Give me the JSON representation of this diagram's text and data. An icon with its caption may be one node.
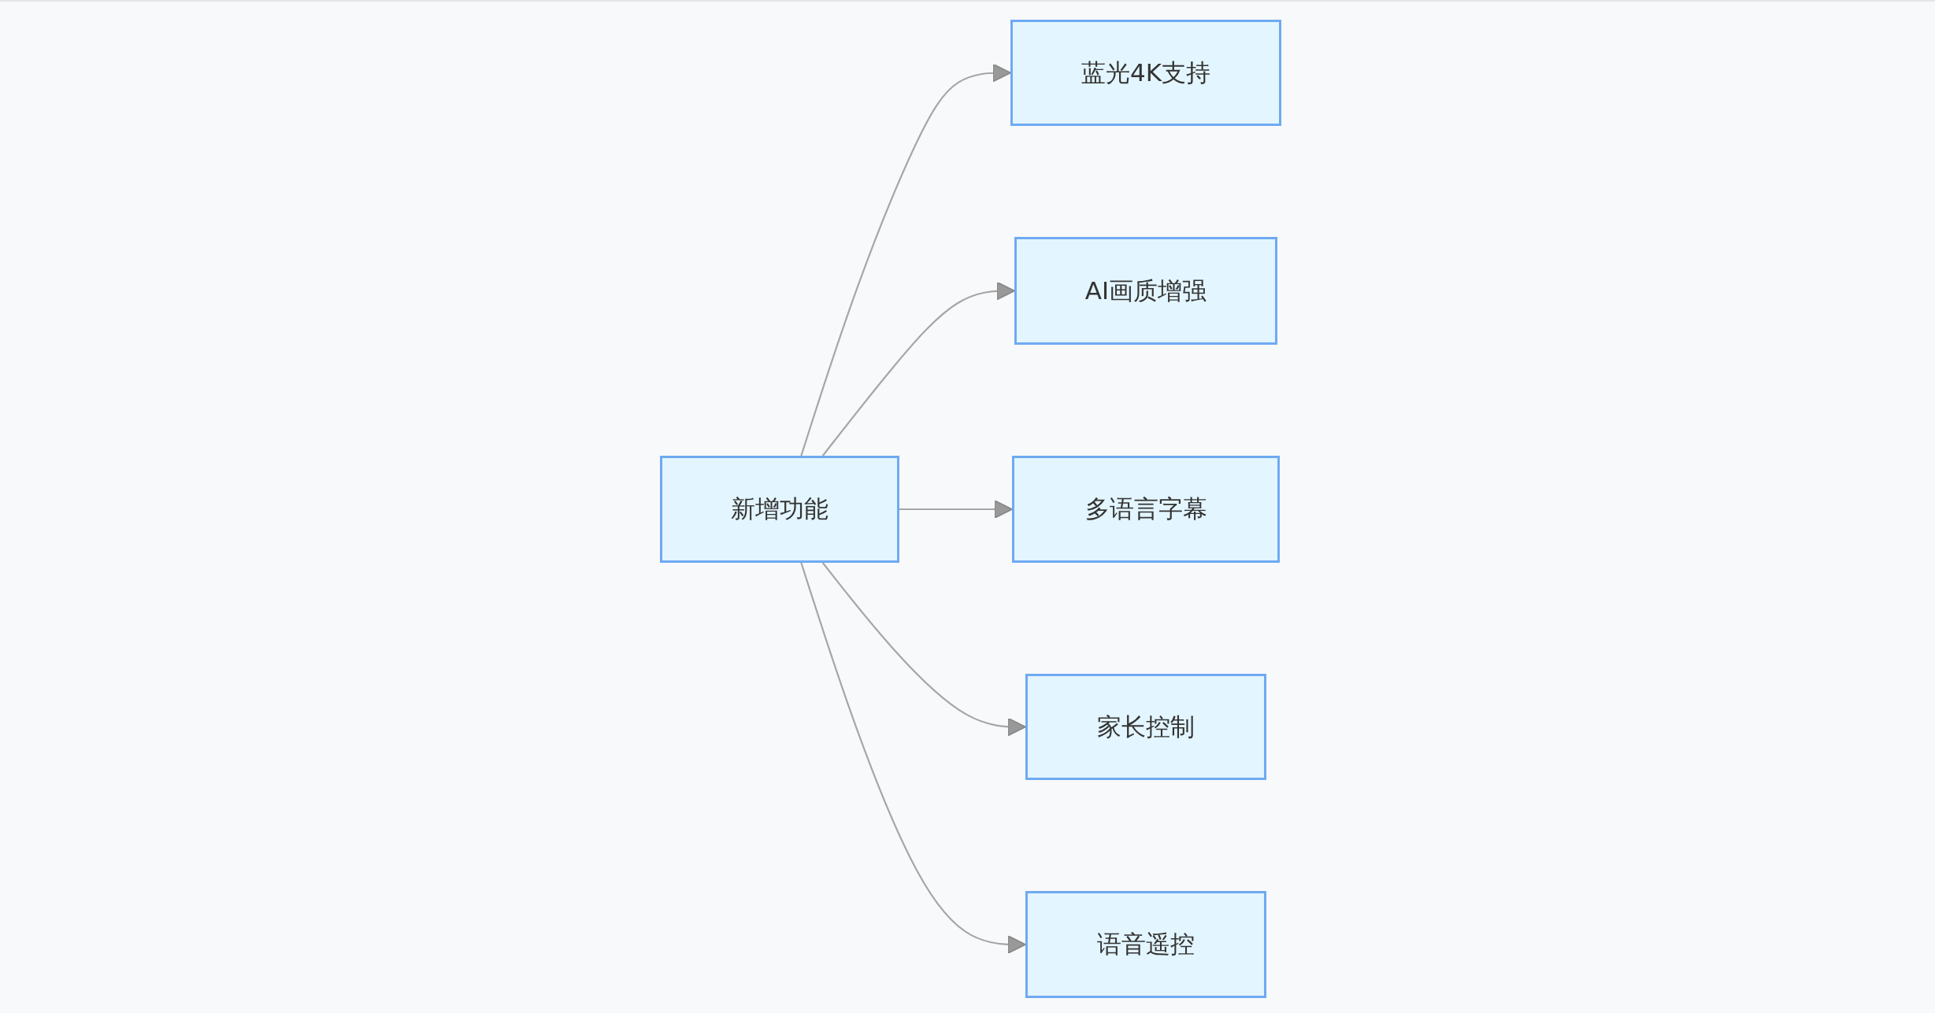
{
  "diagram": {
    "nodes": [
      {
        "text": [
          "新增功能"
        ]
      },
      {
        "text": [
          "蓝光4K支持"
        ]
      },
      {
        "text": [
          "AI画质增强"
        ]
      },
      {
        "text": [
          "多语言字幕"
        ]
      },
      {
        "text": [
          "家长控制"
        ]
      },
      {
        "text": [
          "语音遥控"
        ]
      }
    ],
    "edges": [
      {
        "from": 0,
        "to": 1,
        "arrow": "to"
      },
      {
        "from": 0,
        "to": 2,
        "arrow": "to"
      },
      {
        "from": 0,
        "to": 3,
        "arrow": "to"
      },
      {
        "from": 0,
        "to": 4,
        "arrow": "to"
      },
      {
        "from": 0,
        "to": 5,
        "arrow": "to"
      }
    ]
  }
}
